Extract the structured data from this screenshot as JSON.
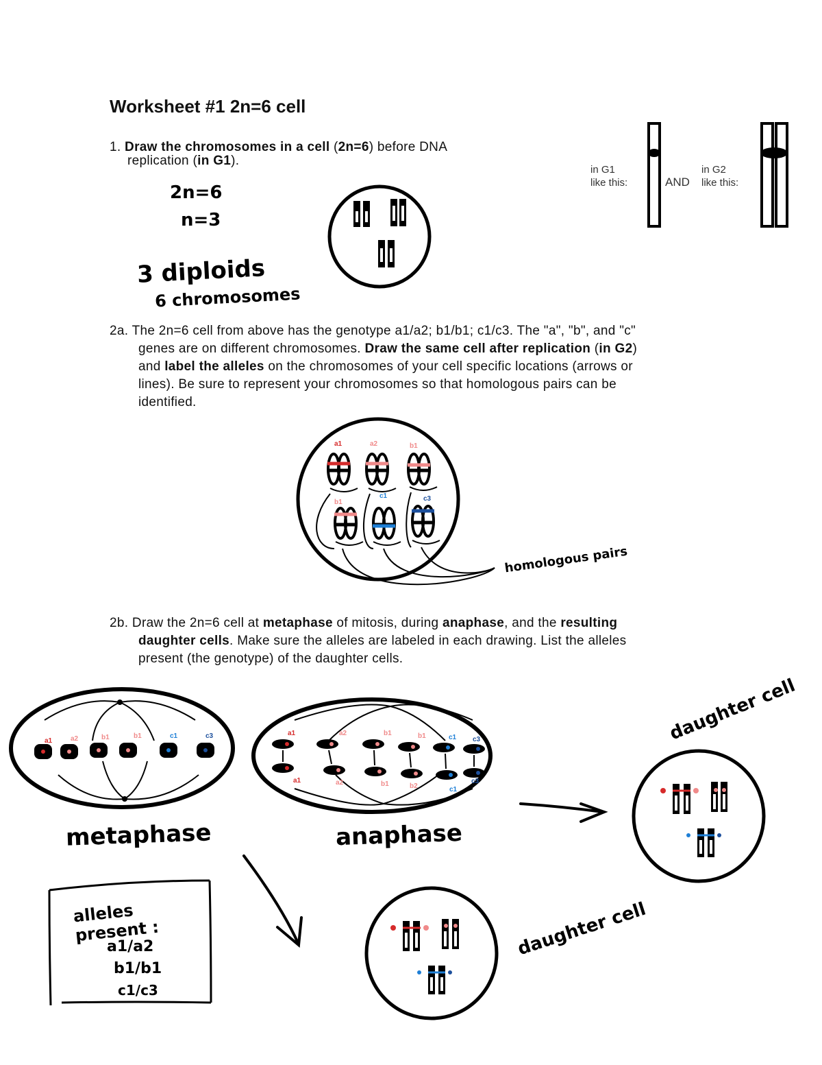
{
  "title": "Worksheet #1 2n=6 cell",
  "q1": {
    "number": "1.",
    "bold1": "Draw the chromosomes in a cell",
    "text1": "(",
    "bold2": "2n=6",
    "text2": ") before DNA",
    "text3": "replication (",
    "bold3": "in G1",
    "text4": ")."
  },
  "reference": {
    "g1_label_line1": "in G1",
    "g1_label_line2": "like this:",
    "and": "AND",
    "g2_label_line1": "in G2",
    "g2_label_line2": "like this:"
  },
  "notes_q1": {
    "line1": "2n=6",
    "line2": "n=3",
    "line3": "3 diploids",
    "line4": "6 chromosomes"
  },
  "q2a": {
    "number": "2a.",
    "text1": "The 2n=6 cell from above has the genotype a1/a2; b1/b1; c1/c3. The \"a\", \"b\", and \"c\"",
    "text2": "genes are on different chromosomes.",
    "bold1": "Draw the same cell after replication",
    "text3": "(",
    "bold2": "in G2",
    "text4": ")",
    "text5": "and",
    "bold3": "label the alleles",
    "text6": "on the chromosomes of your cell specific locations (arrows or",
    "text7": "lines). Be sure to represent your chromosomes so that homologous pairs can be",
    "text8": "identified."
  },
  "g2_labels": [
    "a1",
    "a2",
    "b1",
    "b1",
    "c1",
    "c3"
  ],
  "homologous_label": "homologous pairs",
  "q2b": {
    "number": "2b.",
    "text1": "Draw the 2n=6 cell at",
    "bold1": "metaphase",
    "text2": "of mitosis, during",
    "bold2": "anaphase",
    "text3": ", and the",
    "bold3": "resulting",
    "bold4": "daughter cells",
    "text4": ". Make sure the alleles are labeled in each drawing. List the alleles",
    "text5": "present (the genotype) of the daughter cells."
  },
  "metaphase_labels": [
    "a1",
    "a2",
    "b1",
    "b1",
    "c1",
    "c3"
  ],
  "anaphase_labels_top": [
    "a1",
    "a2",
    "b1",
    "b1",
    "c1",
    "c3"
  ],
  "anaphase_labels_bottom": [
    "a1",
    "a2",
    "b1",
    "b2",
    "c1",
    "c3"
  ],
  "metaphase_caption": "metaphase",
  "anaphase_caption": "anaphase",
  "daughter_caption_1": "daughter cell",
  "daughter_caption_2": "daughter cell",
  "alleles_box": {
    "heading": "alleles present :",
    "line1": "a1/a2",
    "line2": "b1/b1",
    "line3": "c1/c3"
  },
  "colors": {
    "red": "#d62b2b",
    "pink": "#f08a8a",
    "blue": "#1e7fd6",
    "navy": "#1c4f9c",
    "ink": "#000000"
  }
}
